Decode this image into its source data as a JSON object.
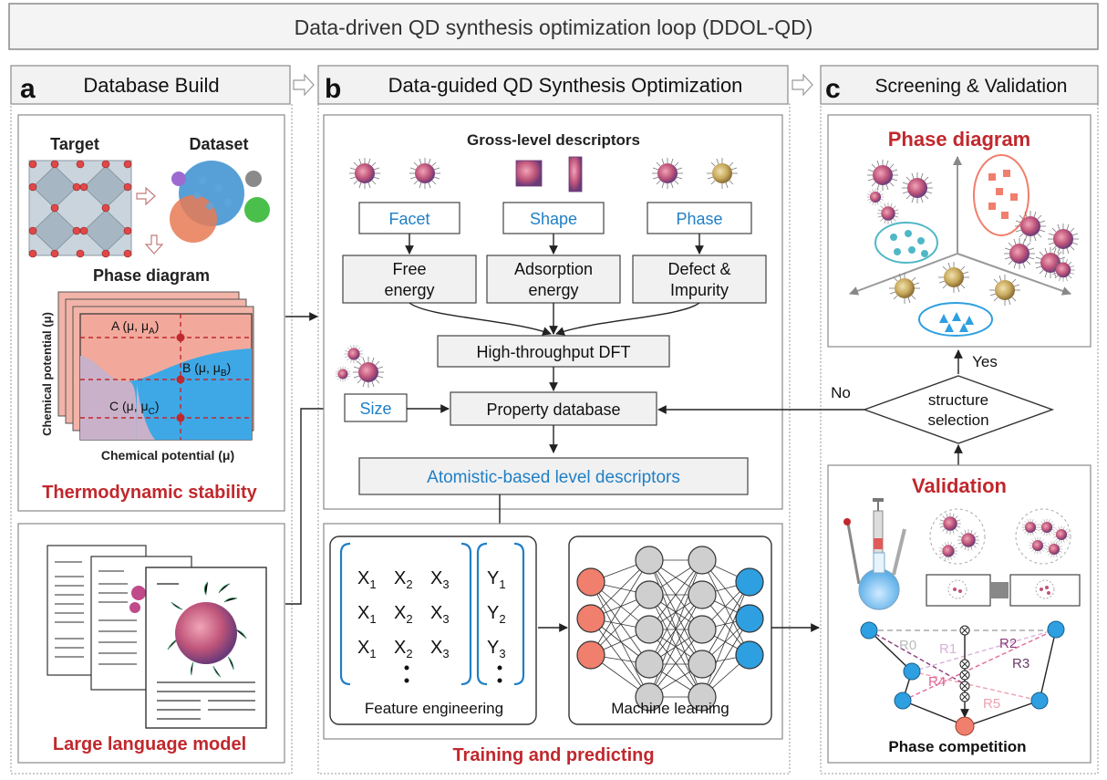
{
  "title": "Data-driven QD synthesis optimization loop (DDOL-QD)",
  "colors": {
    "accent_red": "#c0282d",
    "accent_blue": "#1f7fc6",
    "panel_border": "#8a8a8a",
    "header_fill": "#f2f2f2",
    "phase_pink": "#f2a99c",
    "phase_blue": "#3ea8e6",
    "phase_purple": "#c9b2c9",
    "node_blue": "#2e9fe0",
    "node_salmon": "#f07f6d",
    "node_gray": "#cfcfcf"
  },
  "panel_a": {
    "letter": "a",
    "header": "Database Build",
    "target_label": "Target",
    "dataset_label": "Dataset",
    "phase_diagram_label": "Phase diagram",
    "point_a": "A (μ, μ",
    "point_a_sub": "A",
    "point_b": "B (μ, μ",
    "point_b_sub": "B",
    "point_c": "C (μ, μ",
    "point_c_sub": "C",
    "y_axis_label": "Chemical potential (μ)",
    "x_axis_label": "Chemical potential (μ)",
    "caption_top": "Thermodynamic stability",
    "caption_bottom": "Large language model"
  },
  "panel_b": {
    "letter": "b",
    "header": "Data-guided QD Synthesis Optimization",
    "gross_label": "Gross-level descriptors",
    "facet": "Facet",
    "shape": "Shape",
    "phase": "Phase",
    "free_energy_1": "Free",
    "free_energy_2": "energy",
    "adsorption_1": "Adsorption",
    "adsorption_2": "energy",
    "defect_1": "Defect &",
    "defect_2": "Impurity",
    "dft": "High-throughput DFT",
    "size": "Size",
    "property_db": "Property database",
    "atomistic": "Atomistic-based level descriptors",
    "x_symbol": "X",
    "y_symbol": "Y",
    "sub1": "1",
    "sub2": "2",
    "sub3": "3",
    "feature_engineering": "Feature engineering",
    "machine_learning": "Machine learning",
    "caption": "Training and predicting"
  },
  "panel_c": {
    "letter": "c",
    "header": "Screening & Validation",
    "phase_diagram": "Phase diagram",
    "yes": "Yes",
    "no": "No",
    "selection_1": "structure",
    "selection_2": "selection",
    "validation": "Validation",
    "r0": "R0",
    "r1": "R1",
    "r2": "R2",
    "r3": "R3",
    "r4": "R4",
    "r5": "R5",
    "competition": "Phase competition"
  }
}
